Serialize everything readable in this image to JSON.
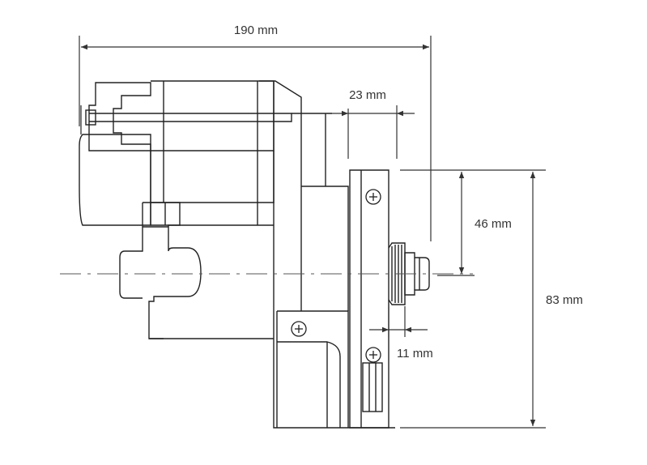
{
  "dimensions": {
    "overall_length": "190 mm",
    "flange_offset": "23 mm",
    "shaft_offset": "46 mm",
    "overall_height": "83 mm",
    "pinion_length": "11 mm"
  },
  "colors": {
    "line": "#222222",
    "dim_line": "#333333",
    "centerline": "#555555",
    "background": "#ffffff"
  },
  "icons": [
    "mounting-bolt-icon",
    "mounting-bolt-icon",
    "mounting-bolt-icon"
  ]
}
